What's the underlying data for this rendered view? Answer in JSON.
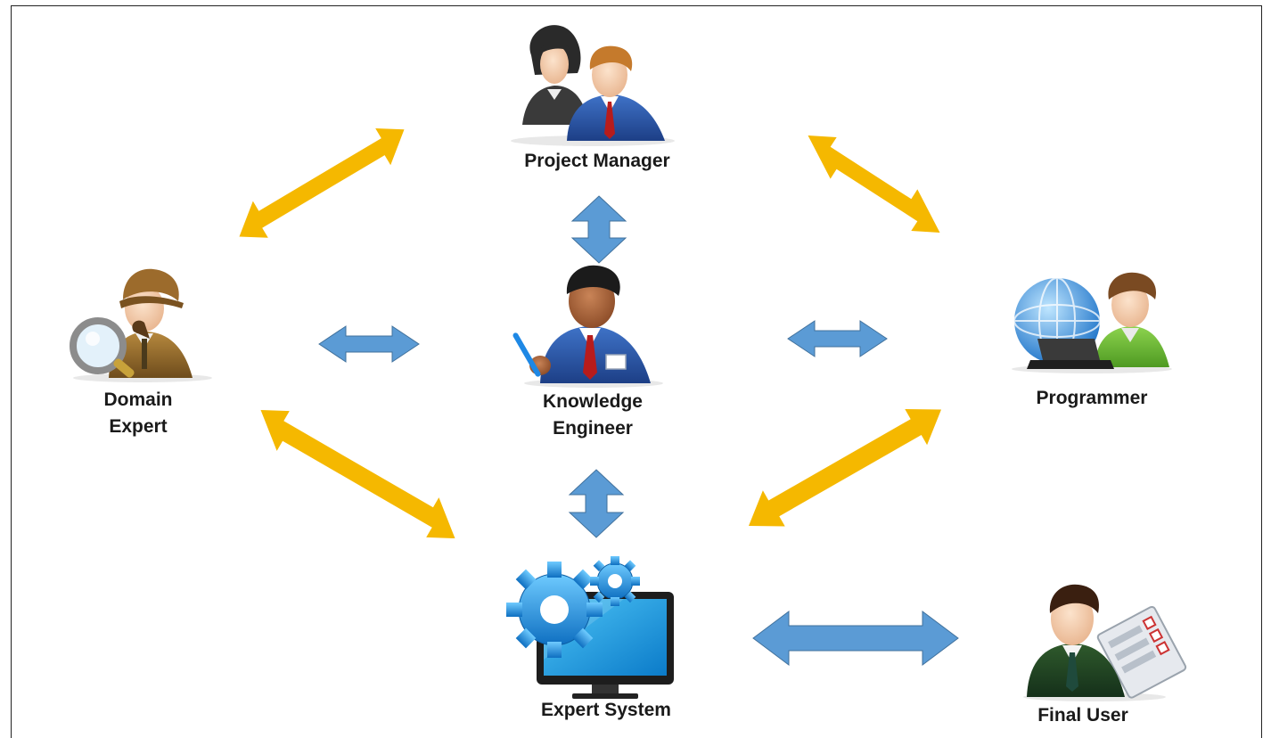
{
  "roles": {
    "project_manager": "Project Manager",
    "domain_expert": "Domain\nExpert",
    "knowledge_engineer": "Knowledge\nEngineer",
    "programmer": "Programmer",
    "expert_system": "Expert System",
    "final_user": "Final User"
  },
  "icons": {
    "project_manager": "business-team-icon",
    "domain_expert": "detective-magnifier-icon",
    "knowledge_engineer": "engineer-with-pen-icon",
    "programmer": "globe-laptop-user-icon",
    "expert_system": "monitor-gears-icon",
    "final_user": "user-with-checklist-icon"
  },
  "colors": {
    "gold_arrow": "#F5B800",
    "blue_arrow": "#5B9BD5",
    "blue_arrow_stroke": "#41719C"
  }
}
